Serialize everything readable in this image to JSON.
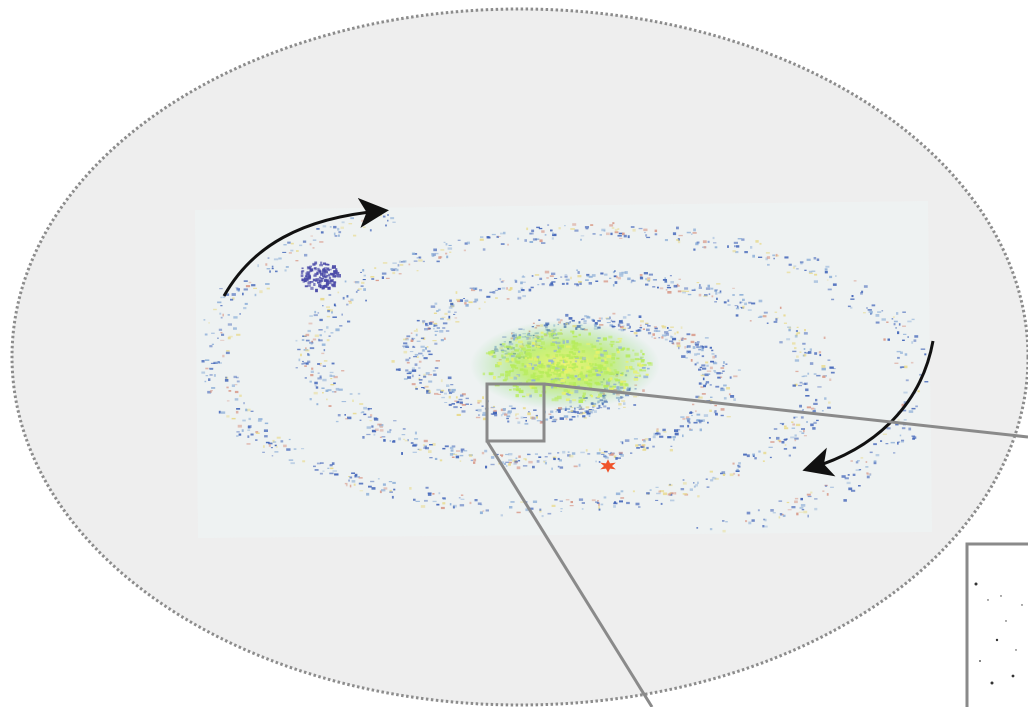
{
  "colors": {
    "halo_fill": "#eeeeee",
    "halo_border": "#8c8c8c",
    "galaxy_panel": "#eef2f2",
    "arm_star_blue": "#3f63b8",
    "arm_star_light": "#8fb0d8",
    "arm_star_yellow": "#e8d98a",
    "arm_star_pink": "#d89a8a",
    "bulge_green": "#b6ec5a",
    "bulge_yellow": "#e6f26a",
    "cluster_purple": "#4a4aa8",
    "sun_marker": "#f0532a",
    "arrow": "#111111",
    "zoom_line": "#8a8a8a"
  },
  "diagram": {
    "elements": [
      "galactic-halo",
      "spiral-galaxy-disk",
      "galactic-bulge",
      "satellite-cluster",
      "sun-marker",
      "rotation-arrow-top-left",
      "rotation-arrow-right",
      "zoom-region-box",
      "zoom-inset-panel"
    ],
    "rotation_direction": "clockwise"
  }
}
